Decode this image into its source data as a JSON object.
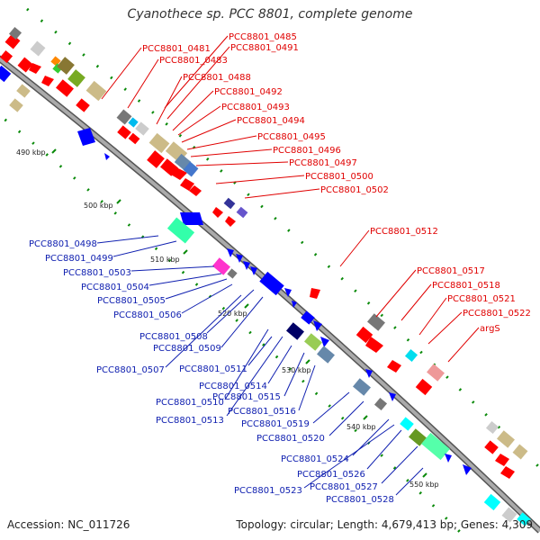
{
  "title": "Cyanothece sp. PCC 8801, complete genome",
  "accession": "Accession: NC_011726",
  "topology": "Topology: circular; Length: 4,679,413 bp; Genes: 4,309",
  "colors": {
    "forward": "#ff0000",
    "reverse": "#0000ff",
    "backbone": "#999999",
    "tick": "#009900"
  },
  "scale_ticks": [
    "490 kbp",
    "500 kbp",
    "510 kbp",
    "520 kbp",
    "530 kbp",
    "540 kbp",
    "550 kbp"
  ],
  "forward_labels": [
    "PCC8801_0485",
    "PCC8801_0481",
    "PCC8801_0491",
    "PCC8801_0483",
    "PCC8801_0488",
    "PCC8801_0492",
    "PCC8801_0493",
    "PCC8801_0494",
    "PCC8801_0495",
    "PCC8801_0496",
    "PCC8801_0497",
    "PCC8801_0500",
    "PCC8801_0502",
    "PCC8801_0512",
    "PCC8801_0517",
    "PCC8801_0518",
    "PCC8801_0521",
    "PCC8801_0522",
    "argS"
  ],
  "reverse_labels": [
    "PCC8801_0498",
    "PCC8801_0499",
    "PCC8801_0503",
    "PCC8801_0504",
    "PCC8801_0505",
    "PCC8801_0506",
    "PCC8801_0508",
    "PCC8801_0509",
    "PCC8801_0507",
    "PCC8801_0511",
    "PCC8801_0510",
    "PCC8801_0514",
    "PCC8801_0515",
    "PCC8801_0513",
    "PCC8801_0516",
    "PCC8801_0519",
    "PCC8801_0520",
    "PCC8801_0524",
    "PCC8801_0526",
    "PCC8801_0527",
    "PCC8801_0523",
    "PCC8801_0528"
  ]
}
